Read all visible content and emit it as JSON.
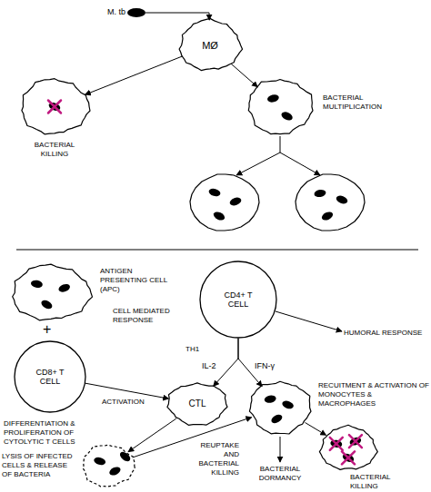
{
  "diagram": {
    "nodes": [
      {
        "text": [
          "M. tb"
        ]
      },
      {
        "text": [
          "MØ"
        ]
      },
      {
        "text": [
          "BACTERIAL KILLING"
        ]
      },
      {
        "text": [
          "BACTERIAL MULTIPLICATION"
        ]
      },
      {
        "text": [
          "ANTIGEN PRESENTING CELL (APC)"
        ]
      },
      {
        "text": [
          "CD4+ T CELL"
        ]
      },
      {
        "text": [
          "CD8+ T CELL"
        ]
      },
      {
        "text": [
          "CTL"
        ]
      },
      {
        "text": [
          "LYSIS OF INFECTED CELLS & RELEASE OF BACTERIA"
        ]
      },
      {
        "text": [
          "RECUITMENT & ACTIVATION OF MONOCYTES & MACROPHAGES"
        ]
      },
      {
        "text": [
          "BACTERIAL KILLING"
        ]
      }
    ],
    "edges": [
      {
        "from": 0,
        "to": 1,
        "arrow": "to"
      },
      {
        "from": 1,
        "to": 2,
        "arrow": "to"
      },
      {
        "from": 1,
        "to": 3,
        "arrow": "to"
      },
      {
        "from": 5,
        "to": 7,
        "label": "IL-2",
        "arrow": "to"
      },
      {
        "from": 5,
        "to": 9,
        "label": "IFN-γ",
        "arrow": "to"
      },
      {
        "from": 6,
        "to": 7,
        "label": "ACTIVATION",
        "arrow": "to"
      },
      {
        "from": 7,
        "to": 8,
        "arrow": "to"
      },
      {
        "from": 8,
        "to": 9,
        "label": "REUPTAKE AND BACTERIAL KILLING",
        "arrow": "to"
      },
      {
        "from": 9,
        "to": 10,
        "arrow": "to"
      }
    ],
    "labels": [
      "+",
      "CELL MEDIATED RESPONSE",
      "TH1",
      "HUMORAL RESPONSE",
      "DIFFERENTIATION & PROLIFERATION OF CYTOLYTIC T CELLS",
      "BACTERIAL DORMANCY"
    ]
  }
}
